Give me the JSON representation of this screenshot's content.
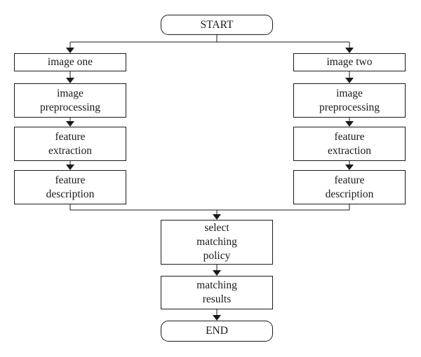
{
  "start_label": "START",
  "end_label": "END",
  "left_branch": {
    "input_label": "image one",
    "preprocess_label": "image\npreprocessing",
    "extract_label": "feature\nextraction",
    "describe_label": "feature\ndescription"
  },
  "right_branch": {
    "input_label": "image two",
    "preprocess_label": "image\npreprocessing",
    "extract_label": "feature\nextraction",
    "describe_label": "feature\ndescription"
  },
  "policy_label": "select\nmatching\npolicy",
  "results_label": "matching\nresults"
}
